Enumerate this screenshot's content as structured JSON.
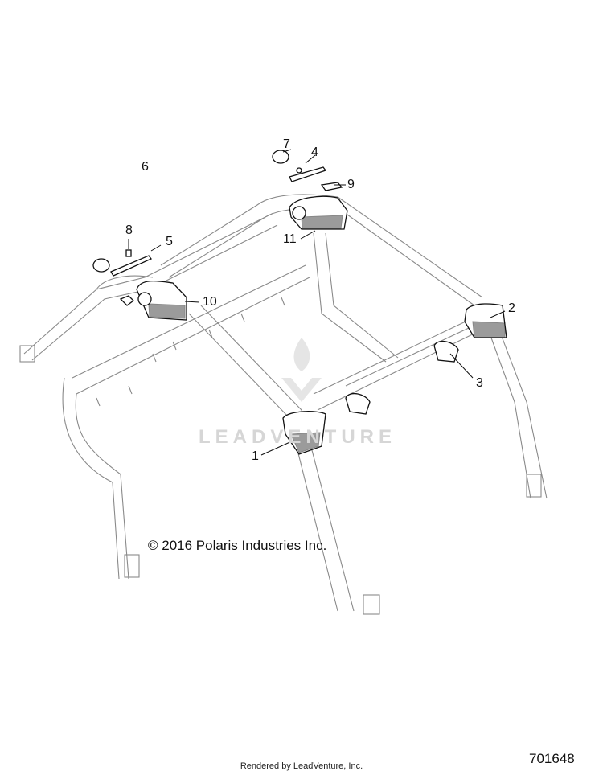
{
  "callouts": {
    "c1": "1",
    "c2": "2",
    "c3": "3",
    "c4": "4",
    "c5": "5",
    "c6": "6",
    "c7": "7",
    "c8": "8",
    "c9": "9",
    "c10": "10",
    "c11": "11"
  },
  "copyright": "© 2016 Polaris Industries Inc.",
  "diagram_id": "701648",
  "rendered_by": "Rendered by LeadVenture, Inc.",
  "watermark": "LEADVENTURE"
}
